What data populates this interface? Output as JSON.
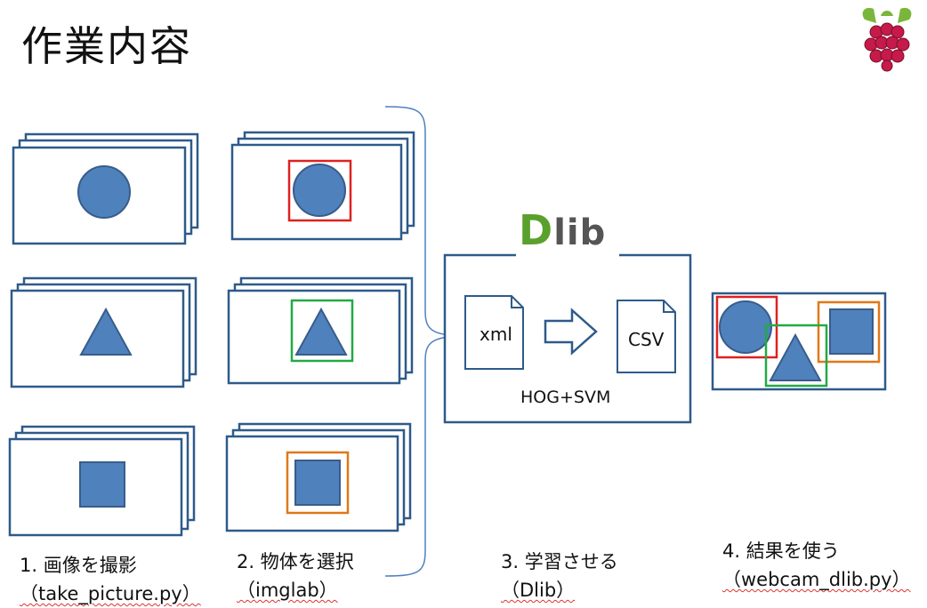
{
  "title": "作業内容",
  "logo": {
    "icon": "raspberry-pi-icon"
  },
  "dlib": {
    "logo_text": "lib",
    "logo_initial": "D",
    "input_file": "xml",
    "output_file": "CSV",
    "method": "HOG+SVM"
  },
  "steps": [
    {
      "label": "1. 画像を撮影",
      "sub": "（take_picture.py）"
    },
    {
      "label": "2. 物体を選択",
      "sub": "（imglab）"
    },
    {
      "label": "3. 学習させる",
      "sub": "（Dlib）"
    },
    {
      "label": "4. 結果を使う",
      "sub": "（webcam_dlib.py）"
    }
  ],
  "colors": {
    "shape_fill": "#4f81bd",
    "shape_stroke": "#385d8a",
    "frame": "#2e5a8a",
    "red": "#e02020",
    "green": "#22aa44",
    "orange": "#e07818"
  }
}
